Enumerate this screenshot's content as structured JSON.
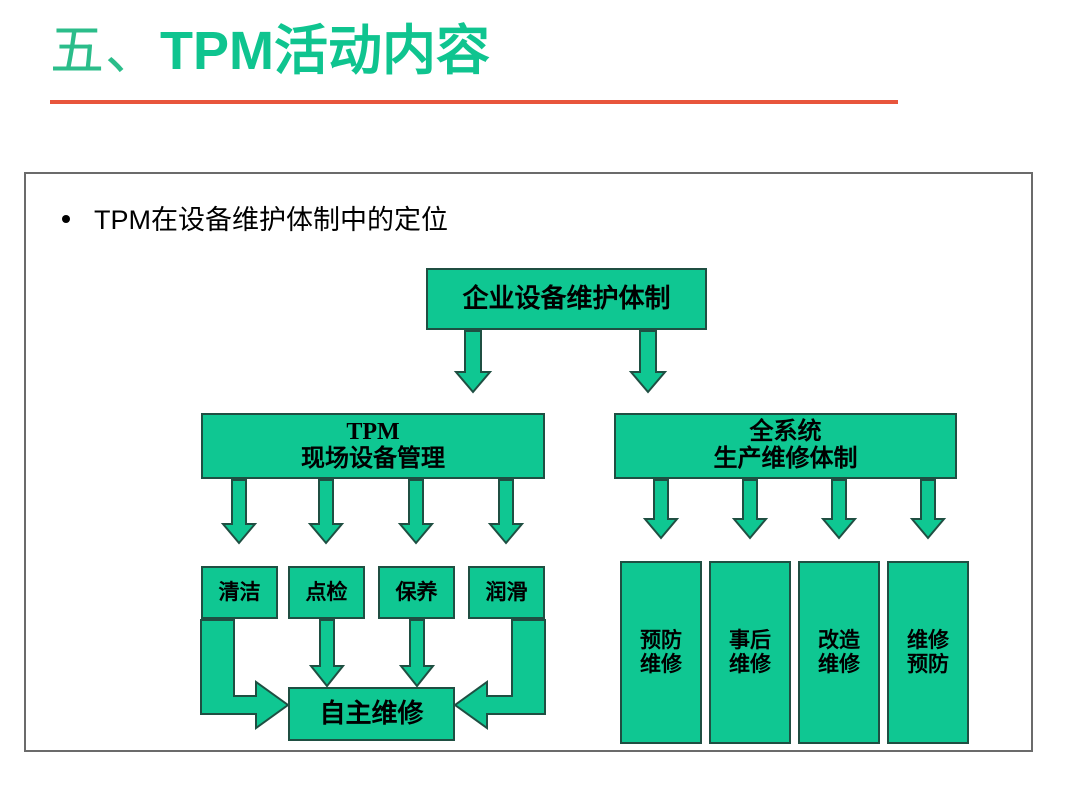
{
  "slide": {
    "title_prefix": "五、",
    "title_main": "TPM活动内容",
    "accent_green": "#0fc792",
    "title_green": "#0fc48f",
    "rule_color": "#e8553c",
    "frame_color": "#6b6b6b",
    "node_border": "#1f4f42"
  },
  "content": {
    "bullet_text": "TPM在设备维护体制中的定位"
  },
  "diagram": {
    "type": "flow-hierarchy",
    "top_node": {
      "label": "企业设备维护体制"
    },
    "branches": [
      {
        "line1": "TPM",
        "line2": "现场设备管理"
      },
      {
        "line1": "全系统",
        "line2": "生产维修体制"
      }
    ],
    "tpm_children": [
      {
        "label": "清洁"
      },
      {
        "label": "点检"
      },
      {
        "label": "保养"
      },
      {
        "label": "润滑"
      }
    ],
    "tpm_result": {
      "label": "自主维修"
    },
    "system_children": [
      {
        "line1": "预防",
        "line2": "维修"
      },
      {
        "line1": "事后",
        "line2": "维修"
      },
      {
        "line1": "改造",
        "line2": "维修"
      },
      {
        "line1": "维修",
        "line2": "预防"
      }
    ],
    "arrow_icons": {
      "down": "arrow-down-icon",
      "elbow_right": "arrow-elbow-right-icon",
      "elbow_left": "arrow-elbow-left-icon"
    }
  }
}
